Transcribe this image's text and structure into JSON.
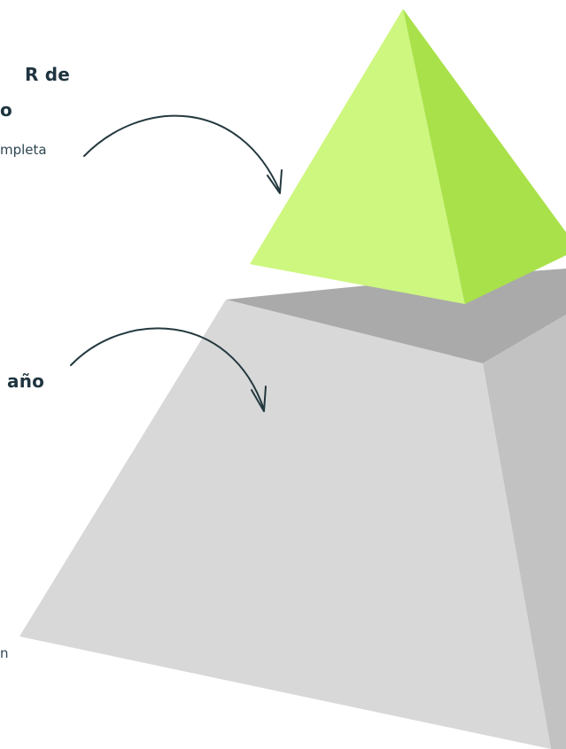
{
  "colors": {
    "tip_front": "#cdf77f",
    "tip_side": "#a9e14a",
    "base_top": "#aaaaaa",
    "base_front": "#d8d8d8",
    "base_side": "#c2c2c2",
    "arrow": "#24393f"
  },
  "labels": {
    "top_title_line1": "R de",
    "top_title_line2": "o",
    "top_subtitle": "mpleta",
    "mid_title": "año",
    "bottom_fragment": "n"
  }
}
